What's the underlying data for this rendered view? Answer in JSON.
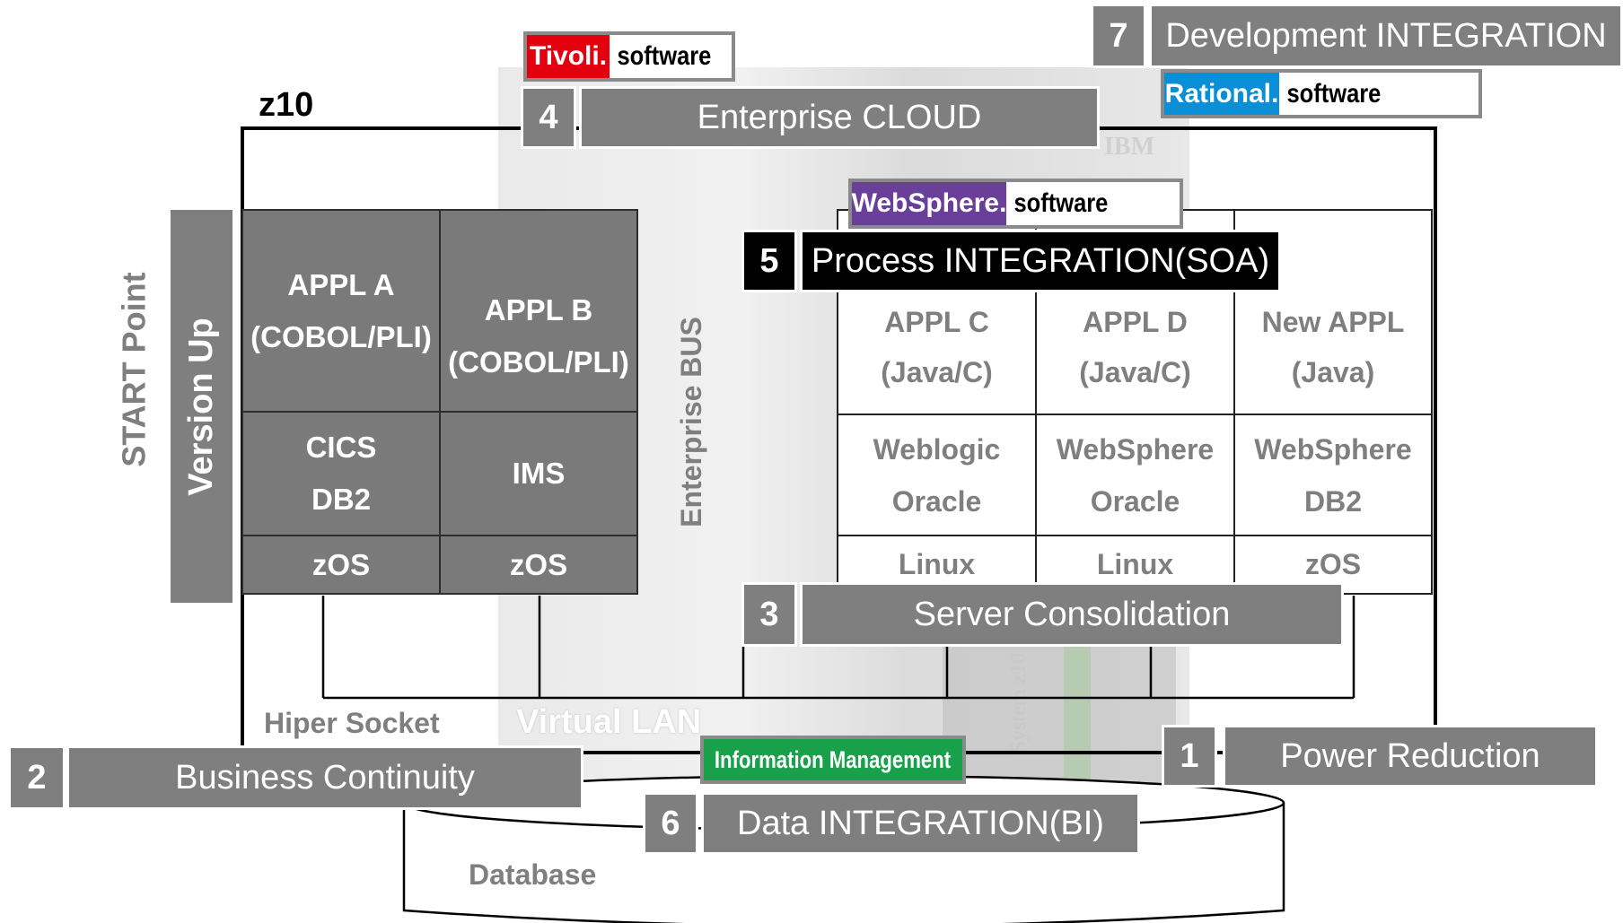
{
  "title": "z10",
  "start_point": "START Point",
  "version_up": "Version Up",
  "enterprise_bus": "Enterprise BUS",
  "left_stack": {
    "appl_a": {
      "name": "APPL A",
      "lang": "(COBOL/PLI)"
    },
    "appl_b": {
      "name": "APPL B",
      "lang": "(COBOL/PLI)"
    },
    "cics_db2": {
      "line1": "CICS",
      "line2": "DB2"
    },
    "ims": "IMS",
    "zos_a": "zOS",
    "zos_b": "zOS"
  },
  "right_stack": {
    "appl_c": {
      "name": "APPL C",
      "lang": "(Java/C)"
    },
    "appl_d": {
      "name": "APPL D",
      "lang": "(Java/C)"
    },
    "appl_new": {
      "name": "New APPL",
      "lang": "(Java)"
    },
    "mw_c": {
      "line1": "Weblogic",
      "line2": "Oracle"
    },
    "mw_d": {
      "line1": "WebSphere",
      "line2": "Oracle"
    },
    "mw_new": {
      "line1": "WebSphere",
      "line2": "DB2"
    },
    "os_c": "Linux",
    "os_d": "Linux",
    "os_new": "zOS"
  },
  "network": {
    "hiper_socket": "Hiper Socket",
    "virtual_lan": "Virtual LAN"
  },
  "database": "Database",
  "steps": [
    {
      "num": "1",
      "label": "Power Reduction"
    },
    {
      "num": "2",
      "label": "Business Continuity"
    },
    {
      "num": "3",
      "label": "Server Consolidation"
    },
    {
      "num": "4",
      "label": "Enterprise CLOUD"
    },
    {
      "num": "5",
      "label": "Process INTEGRATION(SOA)"
    },
    {
      "num": "6",
      "label": "Data INTEGRATION(BI)"
    },
    {
      "num": "7",
      "label": "Development INTEGRATION"
    }
  ],
  "logos": {
    "tivoli": {
      "brand": "Tivoli.",
      "suffix": "software",
      "color": "#e3000f"
    },
    "rational": {
      "brand": "Rational.",
      "suffix": "software",
      "color": "#0a8fd6"
    },
    "websphere": {
      "brand": "WebSphere.",
      "suffix": "software",
      "color": "#6a3f9a"
    },
    "info_mgmt": {
      "text": "Information Management",
      "color": "#19a04b"
    }
  },
  "watermark": {
    "ibm": "IBM",
    "system": "System z10"
  }
}
